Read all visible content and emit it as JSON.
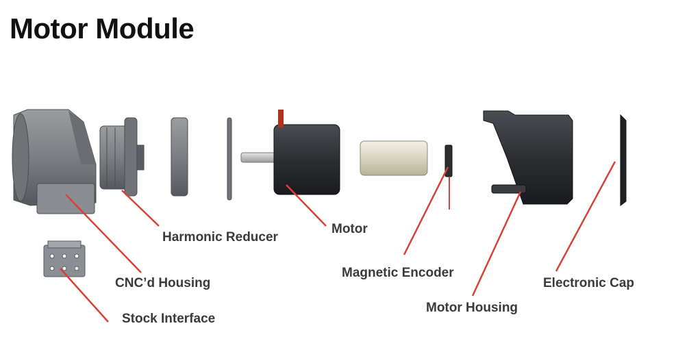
{
  "title": "Motor Module",
  "labels": {
    "harmonic_reducer": "Harmonic Reducer",
    "motor": "Motor",
    "cnc_housing": "CNC’d Housing",
    "stock_interface": "Stock Interface",
    "magnetic_encoder": "Magnetic Encoder",
    "motor_housing": "Motor Housing",
    "electronic_cap": "Electronic Cap"
  },
  "colors": {
    "leader_line": "#d94035",
    "text": "#3a3a3a"
  }
}
